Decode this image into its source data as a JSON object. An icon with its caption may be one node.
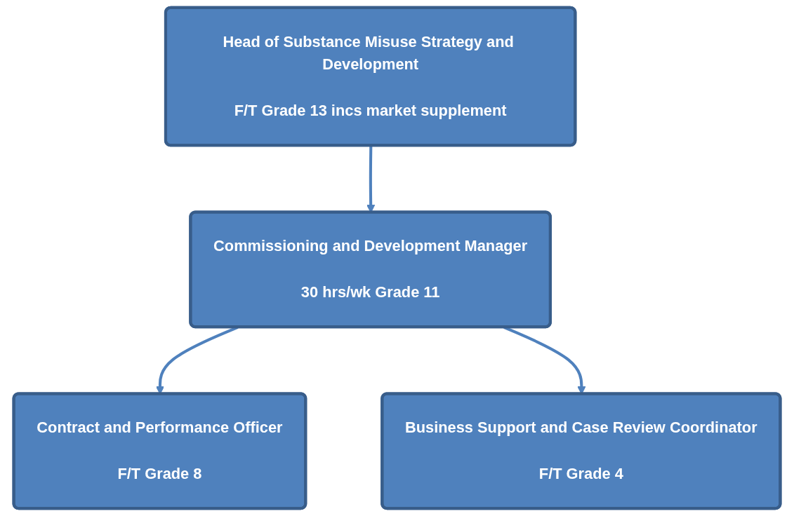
{
  "diagram": {
    "nodes": [
      {
        "text": [
          "Head of Substance Misuse Strategy and Development",
          "F/T Grade 13 incs market supplement"
        ]
      },
      {
        "text": [
          "Commissioning and Development Manager",
          "30 hrs/wk Grade 11"
        ]
      },
      {
        "text": [
          "Contract and Performance Officer",
          "F/T Grade 8"
        ]
      },
      {
        "text": [
          "Business Support and Case Review Coordinator",
          "F/T Grade 4"
        ]
      }
    ],
    "edges": [
      {
        "from": 0,
        "to": 1,
        "arrow": "to"
      },
      {
        "from": 1,
        "to": 2,
        "arrow": "to"
      },
      {
        "from": 1,
        "to": 3,
        "arrow": "to"
      }
    ]
  }
}
